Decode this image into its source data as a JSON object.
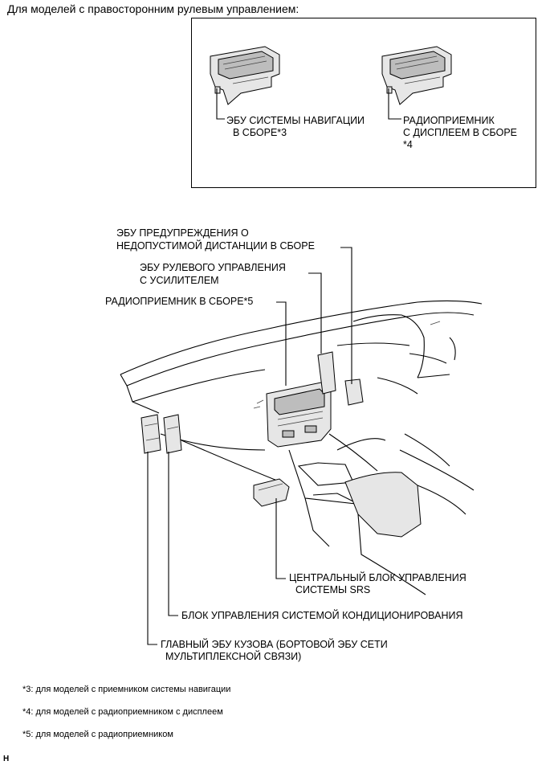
{
  "heading": "Для моделей с правосторонним рулевым управлением:",
  "inset": {
    "nav_ecu": [
      "ЭБУ СИСТЕМЫ НАВИГАЦИИ",
      "В СБОРЕ*3"
    ],
    "radio_display": [
      "РАДИОПРИЕМНИК",
      "С ДИСПЛЕЕМ В СБОРЕ",
      "*4"
    ]
  },
  "labels": {
    "distance_ecu": [
      "ЭБУ ПРЕДУПРЕЖДЕНИЯ О",
      "НЕДОПУСТИМОЙ ДИСТАНЦИИ В СБОРЕ"
    ],
    "steering_ecu": [
      "ЭБУ РУЛЕВОГО УПРАВЛЕНИЯ",
      "С УСИЛИТЕЛЕМ"
    ],
    "radio": "РАДИОПРИЕМНИК В СБОРЕ*5",
    "srs": [
      "ЦЕНТРАЛЬНЫЙ БЛОК УПРАВЛЕНИЯ",
      "СИСТЕМЫ SRS"
    ],
    "ac": "БЛОК УПРАВЛЕНИЯ СИСТЕМОЙ КОНДИЦИОНИРОВАНИЯ",
    "body_ecu": [
      "ГЛАВНЫЙ ЭБУ КУЗОВА (БОРТОВОЙ ЭБУ СЕТИ",
      "МУЛЬТИПЛЕКСНОЙ СВЯЗИ)"
    ]
  },
  "footnotes": [
    "*3: для моделей с приемником системы навигации",
    "*4: для моделей с радиоприемником с дисплеем",
    "*5: для моделей с радиоприемником"
  ],
  "figure_code": "H"
}
